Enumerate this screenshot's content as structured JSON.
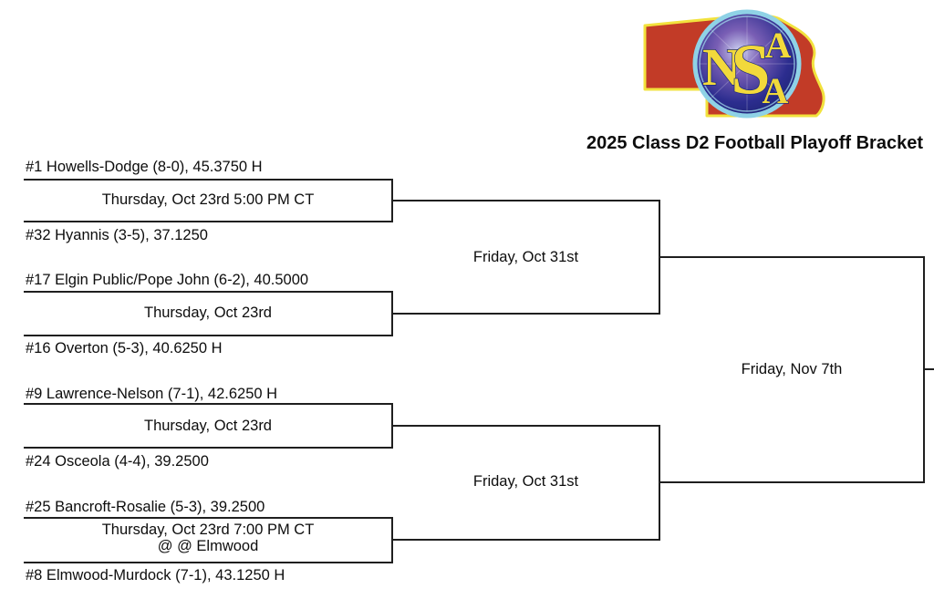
{
  "page": {
    "title": "2025 Class D2 Football Playoff Bracket"
  },
  "logo": {
    "organization": "NSAA",
    "letters": [
      "N",
      "S",
      "A",
      "A"
    ],
    "colors": {
      "state_red": "#c23b27",
      "outline_yellow": "#f2e23d",
      "orb_blue": "#27288c",
      "ring_cyan": "#8fd2e6",
      "letter_yellow": "#f2d93b"
    }
  },
  "bracket": {
    "line_color": "#1f1f1f",
    "games": [
      {
        "id": "R1G1",
        "top_team": "#1 Howells-Dodge (8-0), 45.3750 H",
        "info_line1": "Thursday, Oct 23rd 5:00 PM CT",
        "info_line2": "",
        "bottom_team": "#32 Hyannis (3-5), 37.1250"
      },
      {
        "id": "R1G2",
        "top_team": "#17 Elgin Public/Pope John (6-2), 40.5000",
        "info_line1": "Thursday, Oct 23rd",
        "info_line2": "",
        "bottom_team": "#16 Overton (5-3), 40.6250 H"
      },
      {
        "id": "R1G3",
        "top_team": "#9 Lawrence-Nelson (7-1), 42.6250 H",
        "info_line1": "Thursday, Oct 23rd",
        "info_line2": "",
        "bottom_team": "#24 Osceola (4-4), 39.2500"
      },
      {
        "id": "R1G4",
        "top_team": "#25 Bancroft-Rosalie (5-3), 39.2500",
        "info_line1": "Thursday, Oct 23rd 7:00 PM CT",
        "info_line2": "@ @ Elmwood",
        "bottom_team": "#8 Elmwood-Murdock (7-1), 43.1250 H"
      }
    ],
    "round2": [
      {
        "label": "Friday, Oct 31st"
      },
      {
        "label": "Friday, Oct 31st"
      }
    ],
    "round3": {
      "label": "Friday, Nov 7th"
    }
  }
}
